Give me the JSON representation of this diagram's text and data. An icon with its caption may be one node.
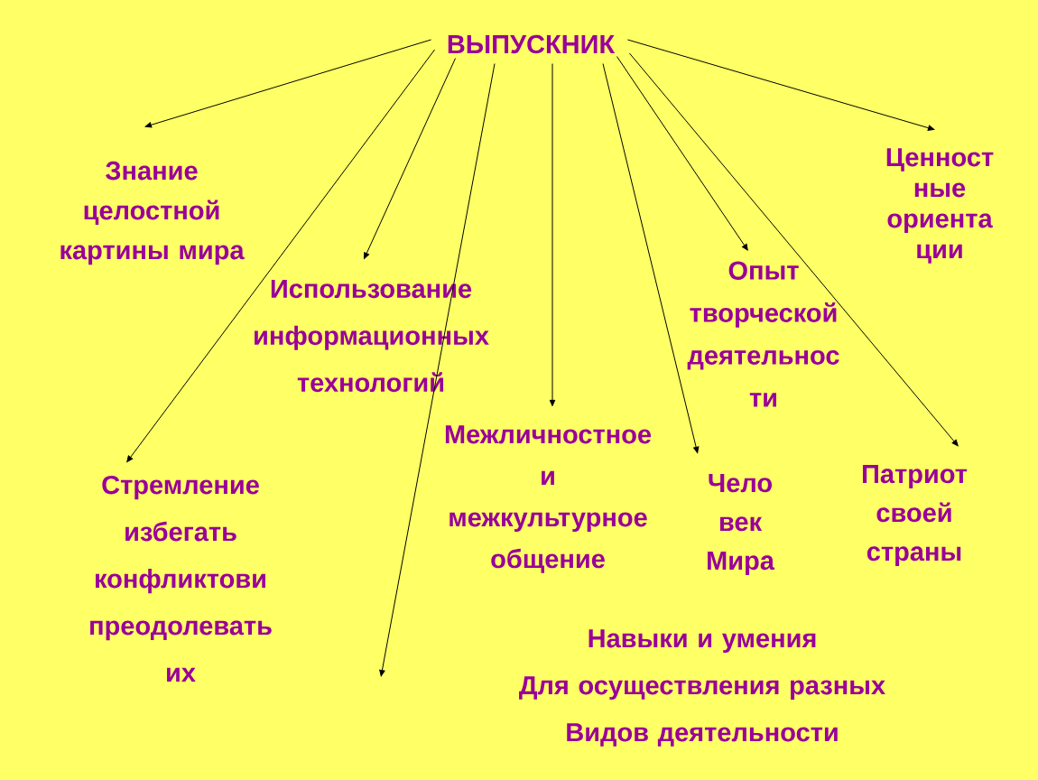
{
  "diagram": {
    "nodes": [
      {
        "text": [
          "ВЫПУСКНИК"
        ]
      },
      {
        "text": [
          "Знание целостной картины мира"
        ]
      },
      {
        "text": [
          "Ценност ные ориента ции"
        ]
      },
      {
        "text": [
          "Использование информационных технологий"
        ]
      },
      {
        "text": [
          "Опыт творческой деятельнос ти"
        ]
      },
      {
        "text": [
          "Стремление избегать конфликтови преодолевать их"
        ]
      },
      {
        "text": [
          "Межличностное и межкультурное общение"
        ]
      },
      {
        "text": [
          "Чело век Мира"
        ]
      },
      {
        "text": [
          "Патриот своей страны"
        ]
      },
      {
        "text": [
          "Навыки и умения",
          "Для осуществления разных",
          "Видов деятельности"
        ]
      }
    ],
    "edges": [
      {
        "from": 0,
        "to": 1,
        "arrow": "to"
      },
      {
        "from": 0,
        "to": 5,
        "arrow": "to"
      },
      {
        "from": 0,
        "to": 3,
        "arrow": "to"
      },
      {
        "from": 0,
        "to": null,
        "arrow": "to"
      },
      {
        "from": 0,
        "to": 6,
        "arrow": "to"
      },
      {
        "from": 0,
        "to": 7,
        "arrow": "to"
      },
      {
        "from": 0,
        "to": 4,
        "arrow": "to"
      },
      {
        "from": 0,
        "to": 8,
        "arrow": "to"
      },
      {
        "from": 0,
        "to": 2,
        "arrow": "to"
      }
    ]
  }
}
